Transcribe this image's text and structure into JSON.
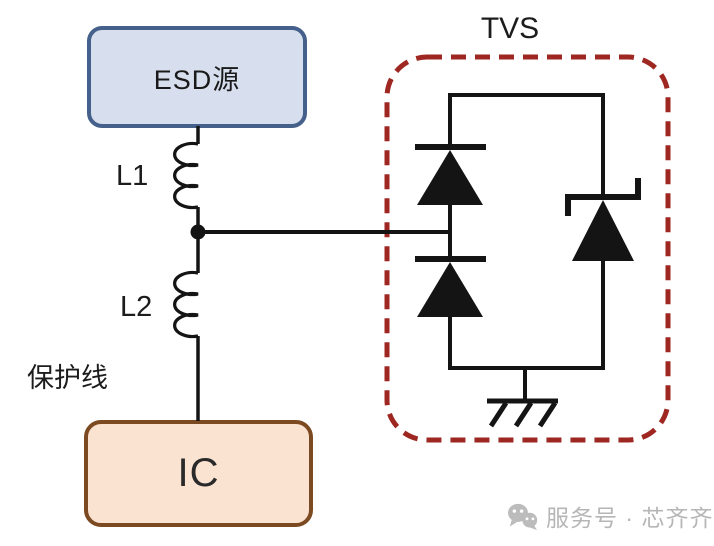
{
  "diagram": {
    "tvs_label": "TVS",
    "esd_source_label": "ESD源",
    "inductor1_label": "L1",
    "inductor2_label": "L2",
    "protection_line_label": "保护线",
    "ic_label": "IC"
  },
  "watermark": {
    "icon": "wechat-service-icon",
    "text": "服务号 · 芯齐齐"
  },
  "colors": {
    "esd_box_fill": "#d7dfee",
    "esd_box_border": "#45608a",
    "ic_box_fill": "#fbe3d2",
    "ic_box_border": "#7c4a21",
    "tvs_dashed_border": "#9e2722",
    "wire": "#141414",
    "watermark": "#b6b6b6"
  }
}
